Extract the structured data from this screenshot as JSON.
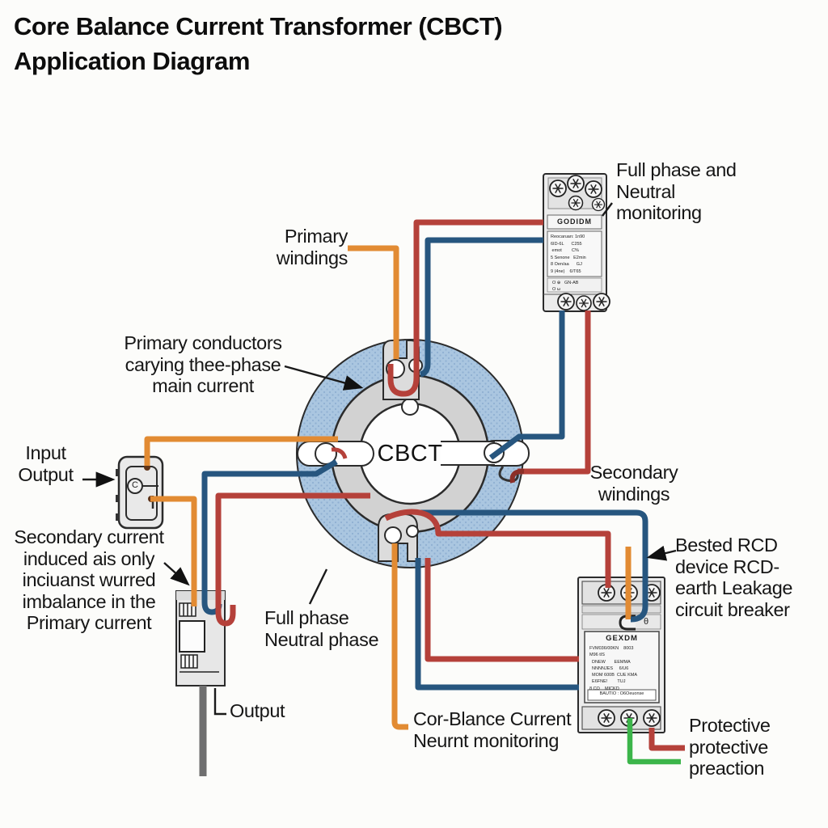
{
  "title": "Core Balance Current Transformer (CBCT)\nApplication Diagram",
  "cbct_label": "CBCT",
  "labels": {
    "full_phase_neutral_monitoring": "Full phase and\nNeutral\nmonitoring",
    "primary_windings": "Primary\nwindings",
    "primary_conductors": "Primary conductors\ncarying thee-phase\nmain current",
    "input_output": "Input\nOutput",
    "secondary_current": "Secondary current\ninduced ais only\ninciuanst wurred\nimbalance in the\nPrimary current",
    "full_phase_neutral_phase": "Full phase\nNeutral phase",
    "output": "Output",
    "secondary_windings": "Secondary\nwindings",
    "bested_rcd": "Bested RCD\ndevice RCD-\nearth Leakage\ncircuit breaker",
    "cor_blance": "Cor-Blance Current\nNeurnt monitoring",
    "protective": "Protective\nprotective\npreaction"
  },
  "devices": {
    "relay": {
      "brand": "GODIDM",
      "label_lines": "Reocaruan: 1n90\n6ID-6L      C255\n emot        C%\n5 Senone   E2min\n8 Oen/aa      GJ\n9 (4ne)    6/T65",
      "indicators": "O ⊕   GN-AB\nO ω"
    },
    "rcd": {
      "brand": "GEXDM",
      "label_lines": "FVM036/00KN    8003\nM96 tIS\n  DNEW       EEMMA\n  NNNNJES     6/U6\n  MOM 600B  CUE KMA\n  E6FNE!        TUJ\n8 CO    MICKD",
      "rating_box": "BAUTIO : O6Oeuonse",
      "theta": "θ"
    },
    "sensor": {
      "c_mark": "C"
    }
  },
  "colors": {
    "phase_red": "#b5413a",
    "dark_red": "#8c2f28",
    "neutral_blue": "#27567f",
    "primary_orange": "#e28b33",
    "earth_green": "#3cb54a",
    "output_gray": "#6f6f6f",
    "toroid_blue": "#aac6e0",
    "toroid_dot": "#8fb0d2",
    "core_gray": "#d2d2d2"
  }
}
